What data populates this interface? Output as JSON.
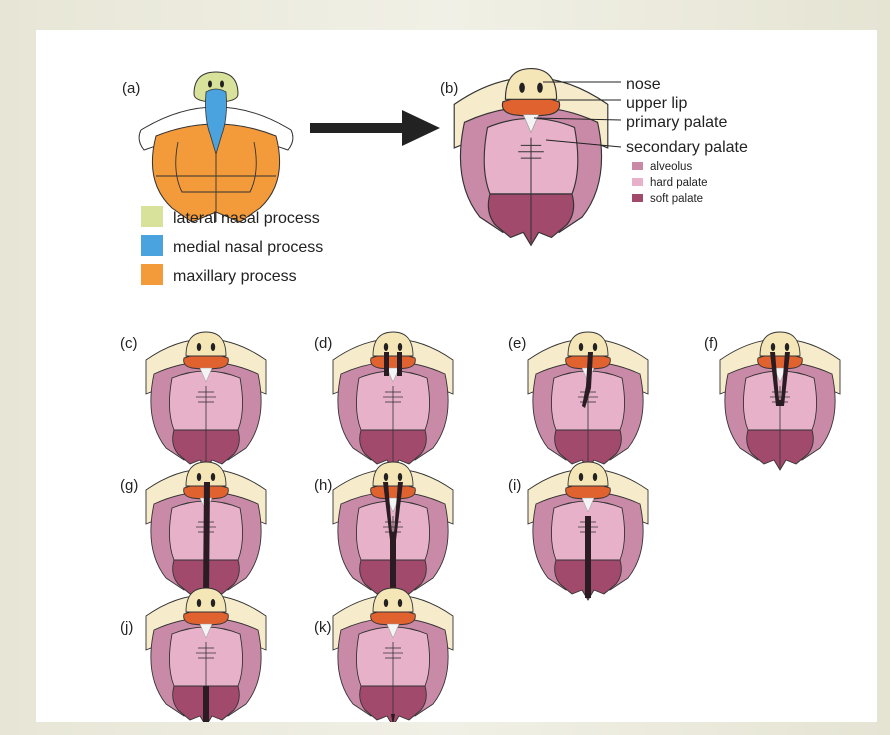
{
  "panels": {
    "a": "(a)",
    "b": "(b)",
    "c": "(c)",
    "d": "(d)",
    "e": "(e)",
    "f": "(f)",
    "g": "(g)",
    "h": "(h)",
    "i": "(i)",
    "j": "(j)",
    "k": "(k)"
  },
  "labels": {
    "nose": "nose",
    "upper_lip": "upper lip",
    "primary_palate": "primary palate",
    "secondary_palate": "secondary palate"
  },
  "palate_key": {
    "alveolus": "alveolus",
    "hard_palate": "hard palate",
    "soft_palate": "soft palate"
  },
  "process_legend": {
    "lateral": "lateral nasal process",
    "medial": "medial nasal process",
    "maxillary": "maxillary process"
  },
  "colors": {
    "lateral_nasal": "#d8e29a",
    "medial_nasal": "#4aa3df",
    "maxillary": "#f39a3a",
    "nose": "#f5e6b8",
    "upper_lip": "#e0622f",
    "wing": "#f6eccb",
    "alveolus": "#c98aa8",
    "hard_palate": "#e7b2c9",
    "soft_palate": "#a14a6c",
    "cleft": "#2a1c22"
  }
}
